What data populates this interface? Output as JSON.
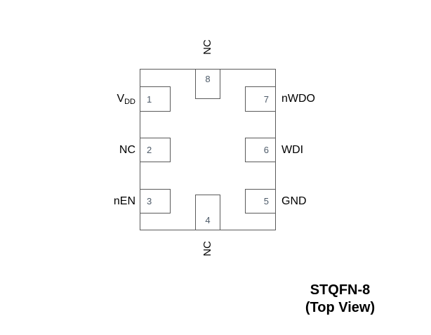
{
  "colors": {
    "background": "#ffffff",
    "line": "#5a5a5a",
    "pin_number": "#4d5a68",
    "label": "#000000"
  },
  "package": {
    "name": "STQFN-8",
    "view": "Top View"
  },
  "pins": {
    "left": [
      {
        "number": "1",
        "label": "V",
        "label_sub": "DD"
      },
      {
        "number": "2",
        "label": "NC",
        "label_sub": ""
      },
      {
        "number": "3",
        "label": "nEN",
        "label_sub": ""
      }
    ],
    "right": [
      {
        "number": "7",
        "label": "nWDO"
      },
      {
        "number": "6",
        "label": "WDI"
      },
      {
        "number": "5",
        "label": "GND"
      }
    ],
    "top": {
      "number": "8",
      "label": "NC"
    },
    "bottom": {
      "number": "4",
      "label": "NC"
    }
  },
  "caption": {
    "line1": "STQFN-8",
    "line2": "(Top View)"
  }
}
